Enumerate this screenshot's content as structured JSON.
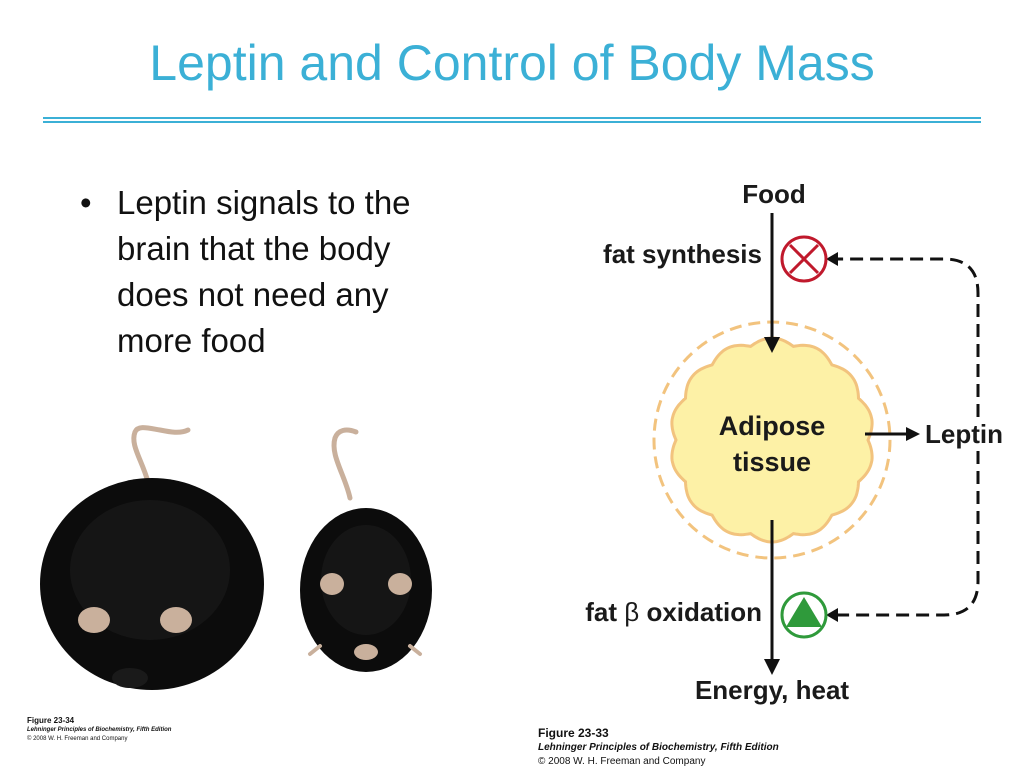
{
  "title": "Leptin and Control of Body Mass",
  "bullets": [
    "Leptin signals to the brain that the body does not need any more food"
  ],
  "diagram": {
    "food": "Food",
    "fat_synthesis": "fat synthesis",
    "adipose_line1": "Adipose",
    "adipose_line2": "tissue",
    "leptin": "Leptin",
    "fat_beta_prefix": "fat ",
    "fat_beta_symbol": "β",
    "fat_beta_suffix": " oxidation",
    "energy_heat": "Energy, heat",
    "colors": {
      "inhibit": "#c0192c",
      "stimulate": "#2f9a3b",
      "tissue_fill": "#fdf1a6",
      "tissue_halo": "#f2c37e"
    }
  },
  "captions": {
    "left": {
      "figure": "Figure 23-34",
      "book": "Lehninger Principles of Biochemistry, Fifth Edition",
      "copyright": "© 2008 W. H. Freeman and Company"
    },
    "right": {
      "figure": "Figure 23-33",
      "book": "Lehninger Principles of Biochemistry, Fifth Edition",
      "copyright": "© 2008 W. H. Freeman and Company"
    }
  },
  "icons": [
    "inhibit-x-icon",
    "stimulate-triangle-icon"
  ]
}
